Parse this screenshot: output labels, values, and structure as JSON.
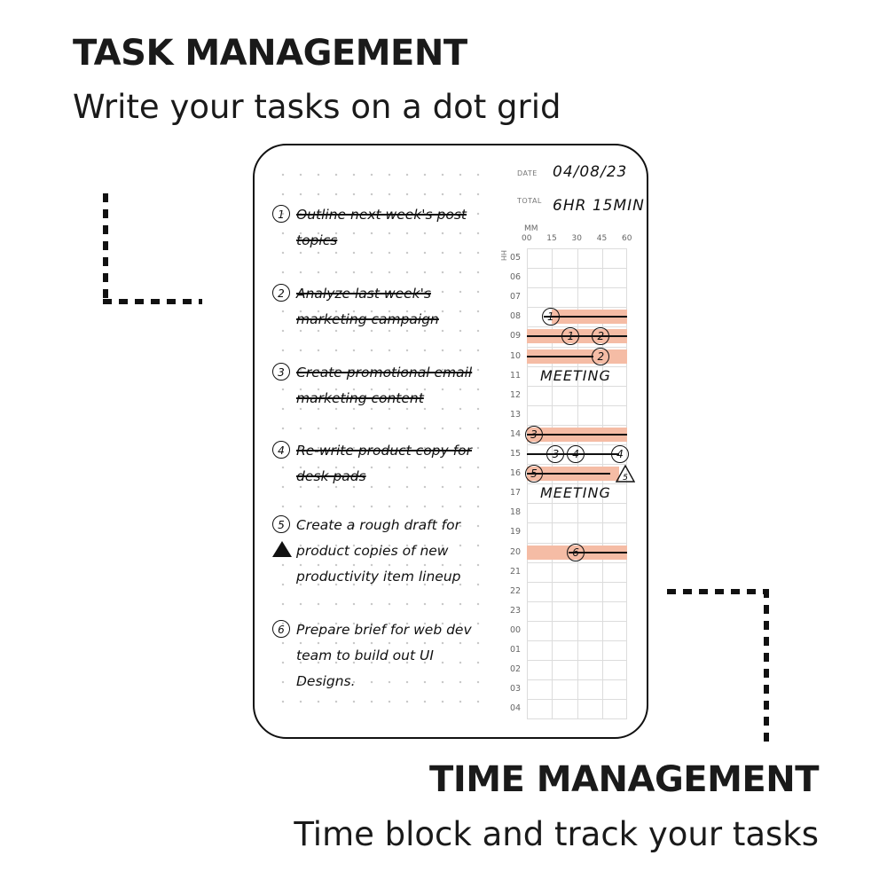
{
  "headings": {
    "task_title": "TASK MANAGEMENT",
    "task_subtitle": "Write your tasks on a dot grid",
    "time_title": "TIME MANAGEMENT",
    "time_subtitle": "Time block and track your tasks"
  },
  "planner": {
    "date_label": "DATE",
    "date_value": "04/08/23",
    "total_label": "TOTAL",
    "total_value": "6HR 15MIN",
    "minute_axis_label": "MM",
    "hour_axis_label": "HH",
    "minute_ticks": [
      "00",
      "15",
      "30",
      "45",
      "60"
    ],
    "hours": [
      "05",
      "06",
      "07",
      "08",
      "09",
      "10",
      "11",
      "12",
      "13",
      "14",
      "15",
      "16",
      "17",
      "18",
      "19",
      "20",
      "21",
      "22",
      "23",
      "00",
      "01",
      "02",
      "03",
      "04"
    ],
    "meeting_label": "MEETING",
    "tasks": [
      {
        "num": "1",
        "text": "Outline next week's post topics",
        "done": true
      },
      {
        "num": "2",
        "text": "Analyze last week's marketing campaign",
        "done": true
      },
      {
        "num": "3",
        "text": "Create promotional email marketing content",
        "done": true
      },
      {
        "num": "4",
        "text": "Re-write product copy for desk pads",
        "done": true
      },
      {
        "num": "5",
        "text": "Create a rough draft for product copies of new productivity item lineup",
        "done": false,
        "priority": true
      },
      {
        "num": "6",
        "text": "Prepare brief for web dev team to build out UI Designs.",
        "done": false
      }
    ]
  },
  "timeline_data": {
    "blocks": [
      {
        "hour": "08",
        "start_min": 15,
        "end_min": 60,
        "color": "#f5bca5"
      },
      {
        "hour": "09",
        "start_min": 0,
        "end_min": 60,
        "color": "#f5bca5"
      },
      {
        "hour": "10",
        "start_min": 0,
        "end_min": 60,
        "color": "#f5bca5"
      },
      {
        "hour": "14",
        "start_min": 0,
        "end_min": 60,
        "color": "#f5bca5"
      },
      {
        "hour": "16",
        "start_min": 0,
        "end_min": 55,
        "color": "#f5bca5"
      },
      {
        "hour": "20",
        "start_min": 0,
        "end_min": 60,
        "color": "#f5bca5"
      }
    ],
    "tracks": [
      {
        "hour": "08",
        "start_min": 10,
        "end_min": 60,
        "marks": [
          {
            "num": "1",
            "min": 10
          }
        ]
      },
      {
        "hour": "09",
        "start_min": 0,
        "end_min": 60,
        "marks": [
          {
            "num": "1",
            "min": 22
          },
          {
            "num": "2",
            "min": 40
          }
        ]
      },
      {
        "hour": "10",
        "start_min": 0,
        "end_min": 40,
        "marks": [
          {
            "num": "2",
            "min": 40
          }
        ]
      },
      {
        "hour": "14",
        "start_min": 0,
        "end_min": 60,
        "marks": [
          {
            "num": "3",
            "min": 0
          }
        ]
      },
      {
        "hour": "15",
        "start_min": 0,
        "end_min": 55,
        "marks": [
          {
            "num": "3",
            "min": 13
          },
          {
            "num": "4",
            "min": 25
          },
          {
            "num": "4",
            "min": 55
          }
        ]
      },
      {
        "hour": "16",
        "start_min": 0,
        "end_min": 50,
        "marks": [
          {
            "num": "5",
            "min": 0
          }
        ],
        "triangle": {
          "num": "5",
          "min": 52
        }
      },
      {
        "hour": "20",
        "start_min": 25,
        "end_min": 60,
        "marks": [
          {
            "num": "6",
            "min": 25
          }
        ]
      }
    ],
    "meetings": [
      {
        "hour": "11"
      },
      {
        "hour": "17"
      }
    ]
  }
}
